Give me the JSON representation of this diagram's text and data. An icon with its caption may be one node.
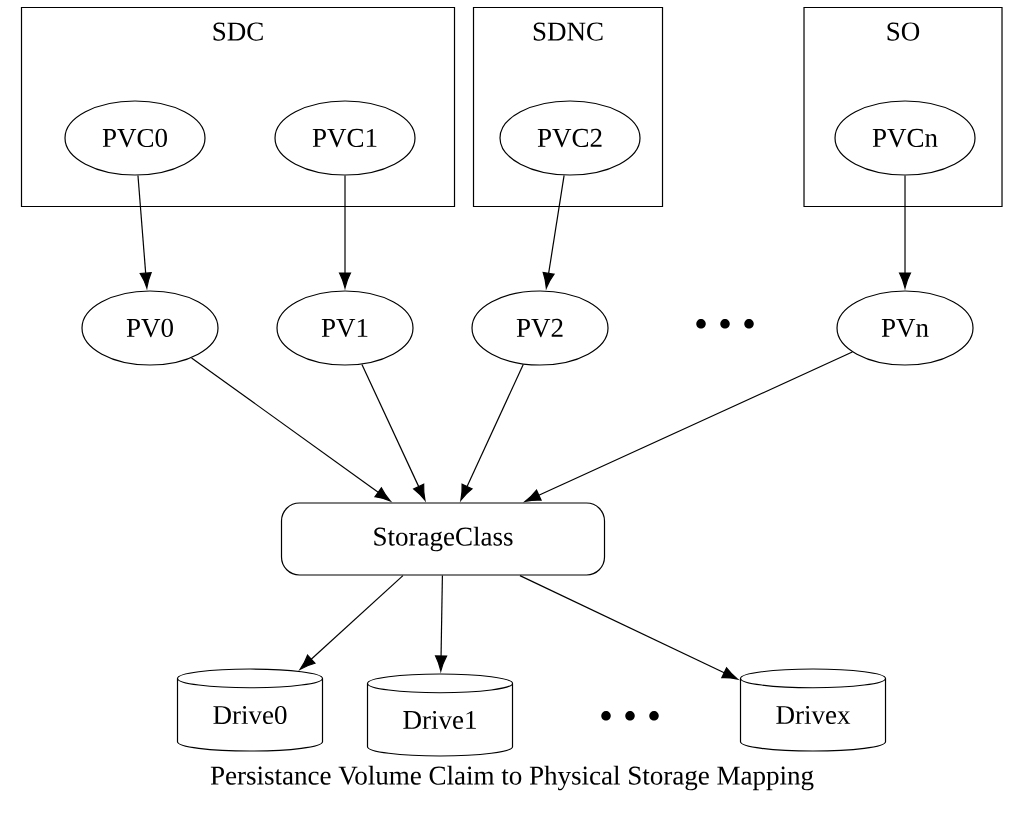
{
  "diagram": {
    "caption": "Persistance Volume Claim to Physical Storage Mapping",
    "nodes": [
      {
        "text": [
          "SDC"
        ]
      },
      {
        "text": [
          "PVC0"
        ],
        "in": 0
      },
      {
        "text": [
          "PVC1"
        ],
        "in": 0
      },
      {
        "text": [
          "SDNC"
        ]
      },
      {
        "text": [
          "PVC2"
        ],
        "in": 3
      },
      {
        "text": [
          "SO"
        ]
      },
      {
        "text": [
          "PVCn"
        ],
        "in": 5
      },
      {
        "text": [
          "PV0"
        ]
      },
      {
        "text": [
          "PV1"
        ]
      },
      {
        "text": [
          "PV2"
        ]
      },
      {
        "text": [
          "PVn"
        ]
      },
      {
        "text": [
          "StorageClass"
        ]
      },
      {
        "text": [
          "Drive0"
        ]
      },
      {
        "text": [
          "Drive1"
        ]
      },
      {
        "text": [
          "Drivex"
        ]
      }
    ],
    "edges": [
      {
        "from": 1,
        "to": 7,
        "arrow": "to"
      },
      {
        "from": 2,
        "to": 8,
        "arrow": "to"
      },
      {
        "from": 4,
        "to": 9,
        "arrow": "to"
      },
      {
        "from": 6,
        "to": 10,
        "arrow": "to"
      },
      {
        "from": 7,
        "to": 11,
        "arrow": "to"
      },
      {
        "from": 8,
        "to": 11,
        "arrow": "to"
      },
      {
        "from": 9,
        "to": 11,
        "arrow": "to"
      },
      {
        "from": 10,
        "to": 11,
        "arrow": "to"
      },
      {
        "from": 11,
        "to": 12,
        "arrow": "to"
      },
      {
        "from": 11,
        "to": 13,
        "arrow": "to"
      },
      {
        "from": 11,
        "to": 14,
        "arrow": "to"
      }
    ],
    "labels": [
      "• • •",
      "• • •"
    ]
  }
}
